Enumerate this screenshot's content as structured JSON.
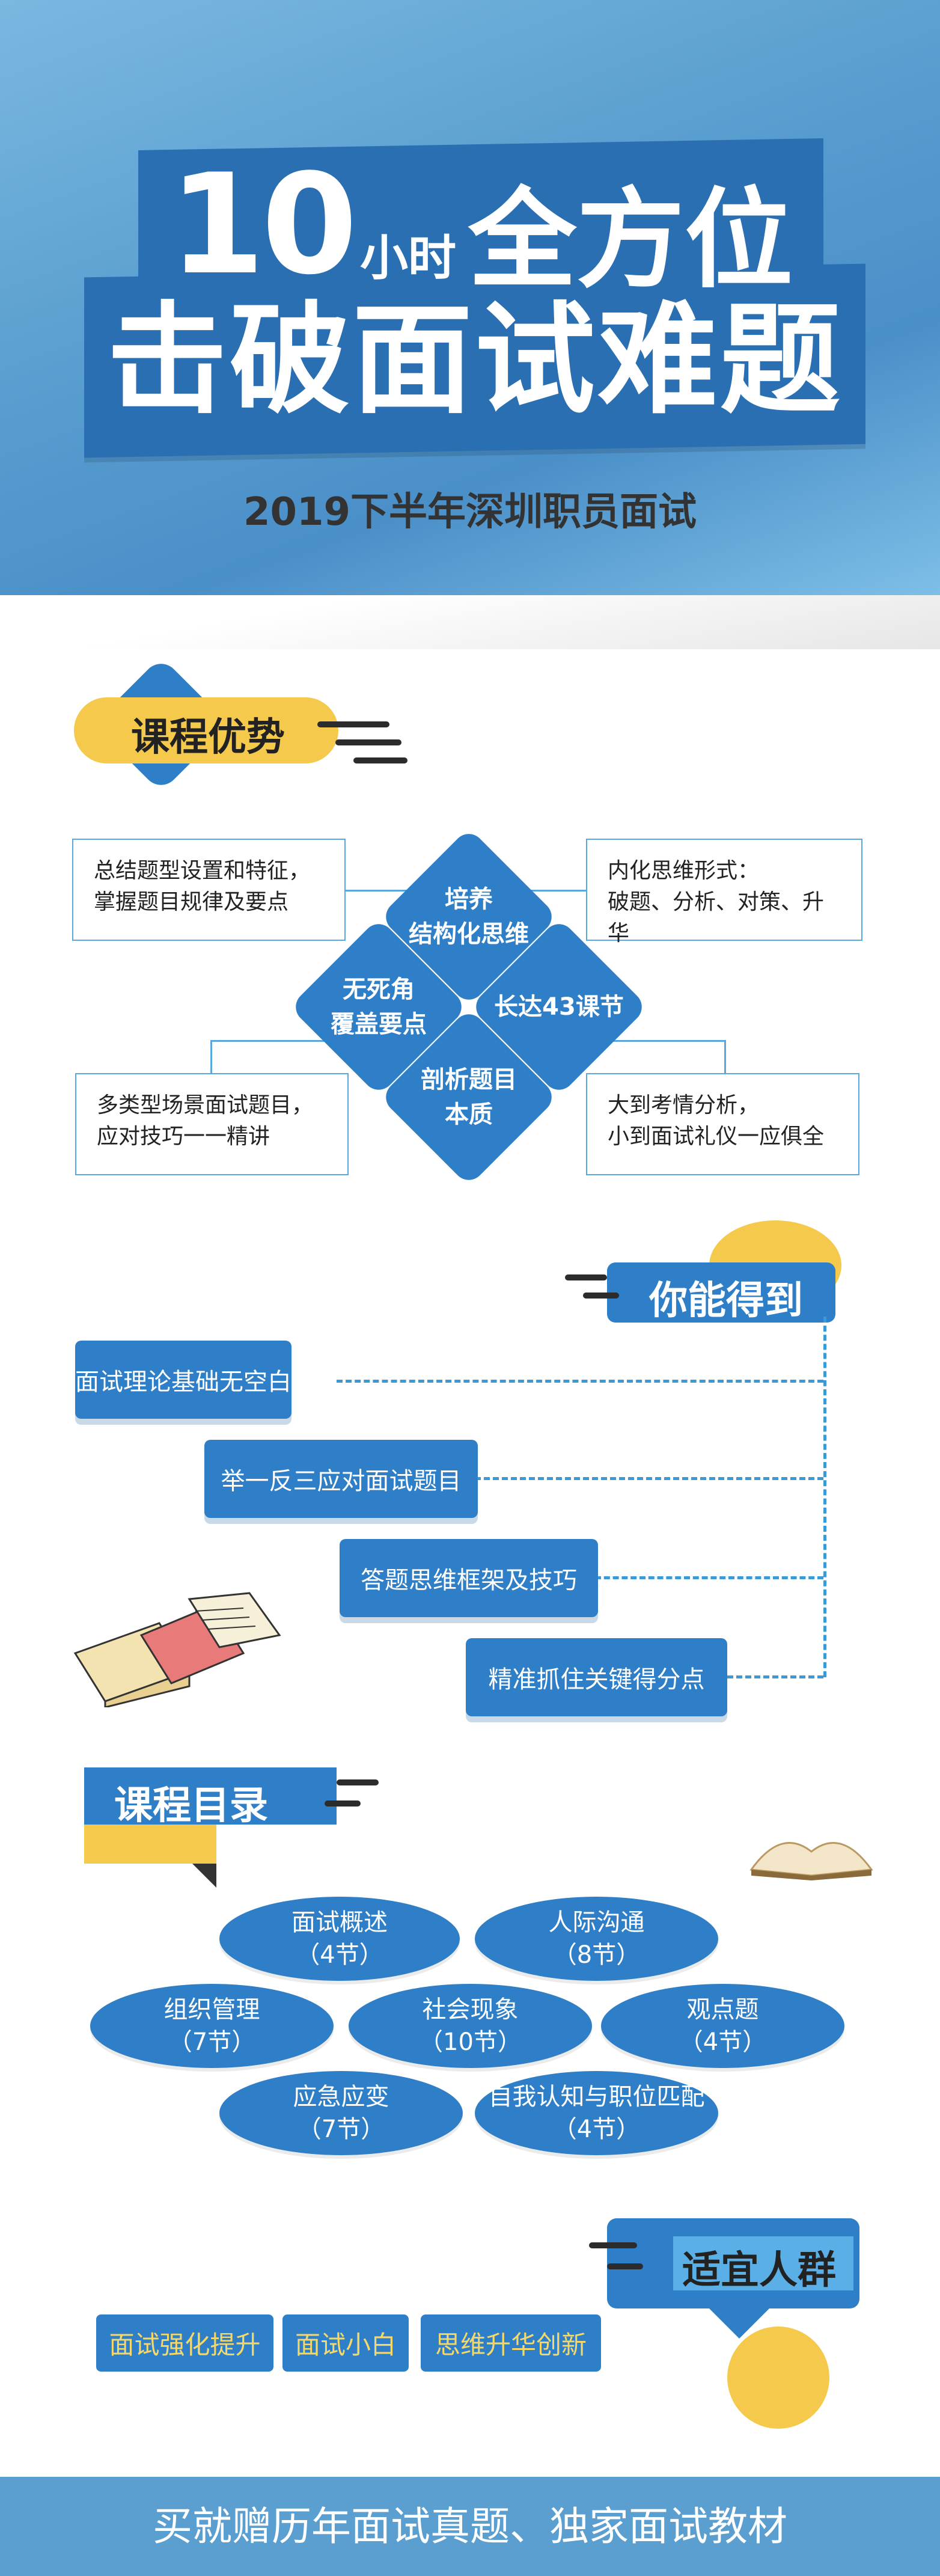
{
  "header": {
    "title_line1_num": "10",
    "title_line1_small": "小时",
    "title_line1_main": "全方位",
    "title_line2": "击破面试难题",
    "subtitle": "2019下半年深圳职员面试"
  },
  "advantage": {
    "section_title": "课程优势",
    "boxes": [
      "总结题型设置和特征，\n掌握题目规律及要点",
      "内化思维形式：\n破题、分析、对策、升华",
      "多类型场景面试题目，\n应对技巧一一精讲",
      "大到考情分析，\n小到面试礼仪一应俱全"
    ],
    "diamonds": [
      "培养\n结构化思维",
      "无死角\n覆盖要点",
      "长达43课节",
      "剖析题目\n本质"
    ]
  },
  "gain": {
    "section_title": "你能得到",
    "items": [
      "面试理论基础无空白",
      "举一反三应对面试题目",
      "答题思维框架及技巧",
      "精准抓住关键得分点"
    ]
  },
  "catalog": {
    "section_title": "课程目录",
    "items": [
      {
        "name": "面试概述",
        "count": "（4节）"
      },
      {
        "name": "人际沟通",
        "count": "（8节）"
      },
      {
        "name": "组织管理",
        "count": "（7节）"
      },
      {
        "name": "社会现象",
        "count": "（10节）"
      },
      {
        "name": "观点题",
        "count": "（4节）"
      },
      {
        "name": "应急应变",
        "count": "（7节）"
      },
      {
        "name": "自我认知与职位匹配",
        "count": "（4节）"
      }
    ]
  },
  "audience": {
    "section_title": "适宜人群",
    "items": [
      "面试强化提升",
      "面试小白",
      "思维升华创新"
    ]
  },
  "footer": {
    "text": "买就赠历年面试真题、独家面试教材"
  },
  "colors": {
    "primary": "#2f7fc8",
    "accent_yellow": "#f5c94b",
    "header_bg": "#5a9fd0"
  }
}
